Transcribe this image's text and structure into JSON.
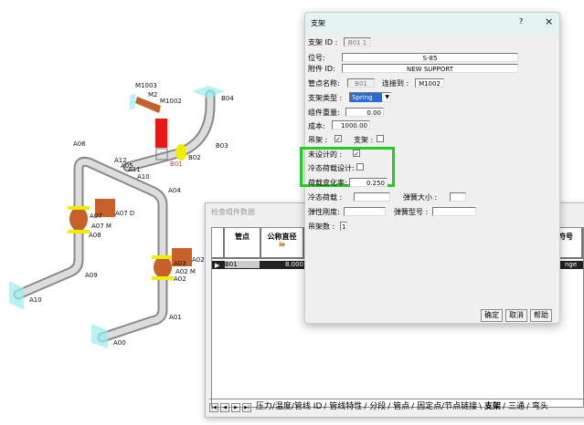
{
  "model": {
    "labels": [
      "M1003",
      "M2",
      "M1002",
      "B04",
      "B03",
      "B02",
      "B01",
      "A06",
      "A12",
      "A05",
      "A11",
      "A10",
      "A04",
      "A07",
      "A07 D",
      "A07 M",
      "A08",
      "A09",
      "A10",
      "A03",
      "A02",
      "A02 M",
      "A02",
      "A01",
      "A00"
    ]
  },
  "back_window": {
    "title": "检查组件数据",
    "columns": [
      {
        "label": "管点",
        "unit": ""
      },
      {
        "label": "公称直径",
        "unit": "in"
      },
      {
        "label": "符号",
        "unit": ""
      }
    ],
    "row": {
      "node": "B01",
      "diameter": "8.000",
      "symbol": "nge"
    },
    "tabs": [
      "压力/温度/管线 ID",
      "管线特性",
      "分段",
      "管点",
      "固定点/节点链接",
      "支架",
      "三通",
      "弯头"
    ],
    "active_tab": "支架"
  },
  "dialog": {
    "title": "支架",
    "help": "?",
    "close": "×",
    "support_id_label": "支架 ID :",
    "support_id": "B01 1",
    "position_label": "位号:",
    "position": "S-85",
    "attach_id_label": "附件 ID:",
    "attach_id": "NEW SUPPORT",
    "node_name_label": "管点名称:",
    "node_name": "B01",
    "connect_label": "连接到 :",
    "connect": "M1002",
    "type_label": "支架类型 :",
    "type": "Spring",
    "weight_label": "组件重量:",
    "weight": "0.00",
    "cost_label": "成本:",
    "cost": "1000.00",
    "hanger_label": "吊架 :",
    "hanger": true,
    "support_label": "支架 :",
    "support": false,
    "undesigned_label": "未设计的 :",
    "undesigned": true,
    "cold_design_label": "冷态荷载设计:",
    "cold_design": false,
    "load_var_label": "荷载变化率:",
    "load_var": "0.250",
    "cold_load_label": "冷态荷载 :",
    "spring_size_label": "弹簧大小 :",
    "stiffness_label": "弹性刚度:",
    "spring_model_label": "弹簧型号 :",
    "hanger_count_label": "吊架数 :",
    "hanger_count": "1",
    "ok": "确定",
    "cancel": "取消",
    "help_btn": "帮助"
  }
}
